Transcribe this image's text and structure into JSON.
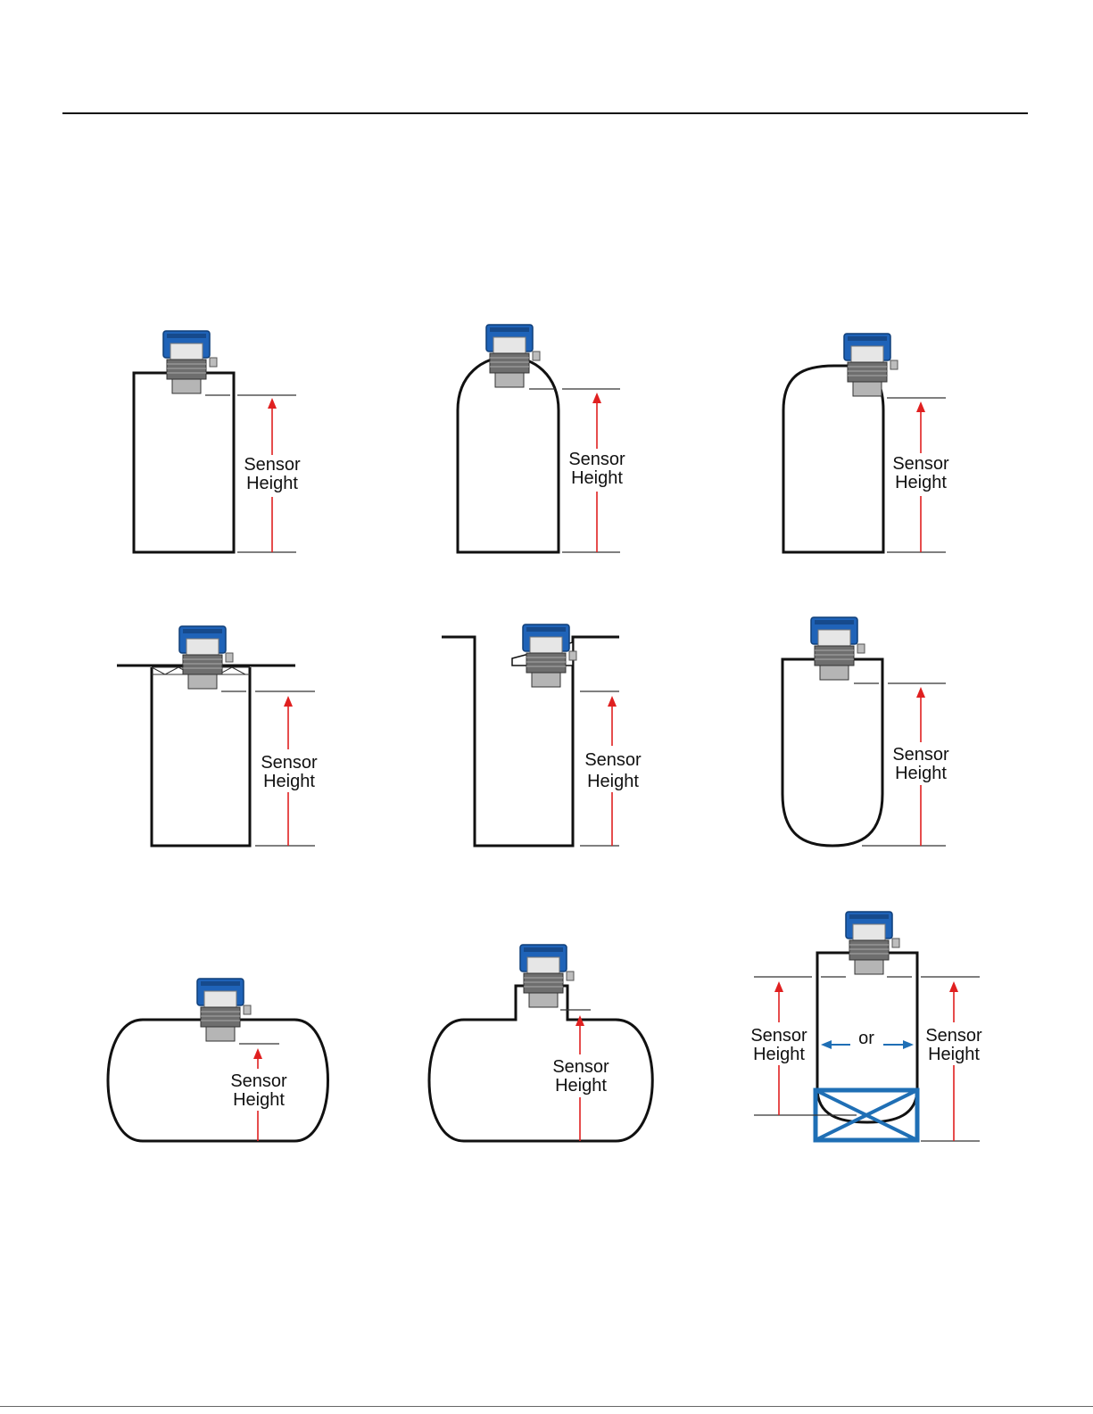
{
  "dimension_label": {
    "line1": "Sensor",
    "line2": "Height"
  },
  "width_label": "or",
  "colors": {
    "sensor_cap": "#1f63b8",
    "sensor_cap_dark": "#164a8c",
    "sensor_body": "#8a8a8a",
    "arrow": "#e02020",
    "stand": "#1f6fb5",
    "tank_outline": "#111111"
  },
  "panels": [
    {
      "id": "flat-top-tank"
    },
    {
      "id": "domed-top-tank"
    },
    {
      "id": "rounded-corner-tank"
    },
    {
      "id": "pit-with-standpipe"
    },
    {
      "id": "pit-with-angled-bracket"
    },
    {
      "id": "rounded-bottom-tank"
    },
    {
      "id": "horizontal-tank"
    },
    {
      "id": "horizontal-tank-with-riser"
    },
    {
      "id": "tank-on-stand"
    }
  ]
}
